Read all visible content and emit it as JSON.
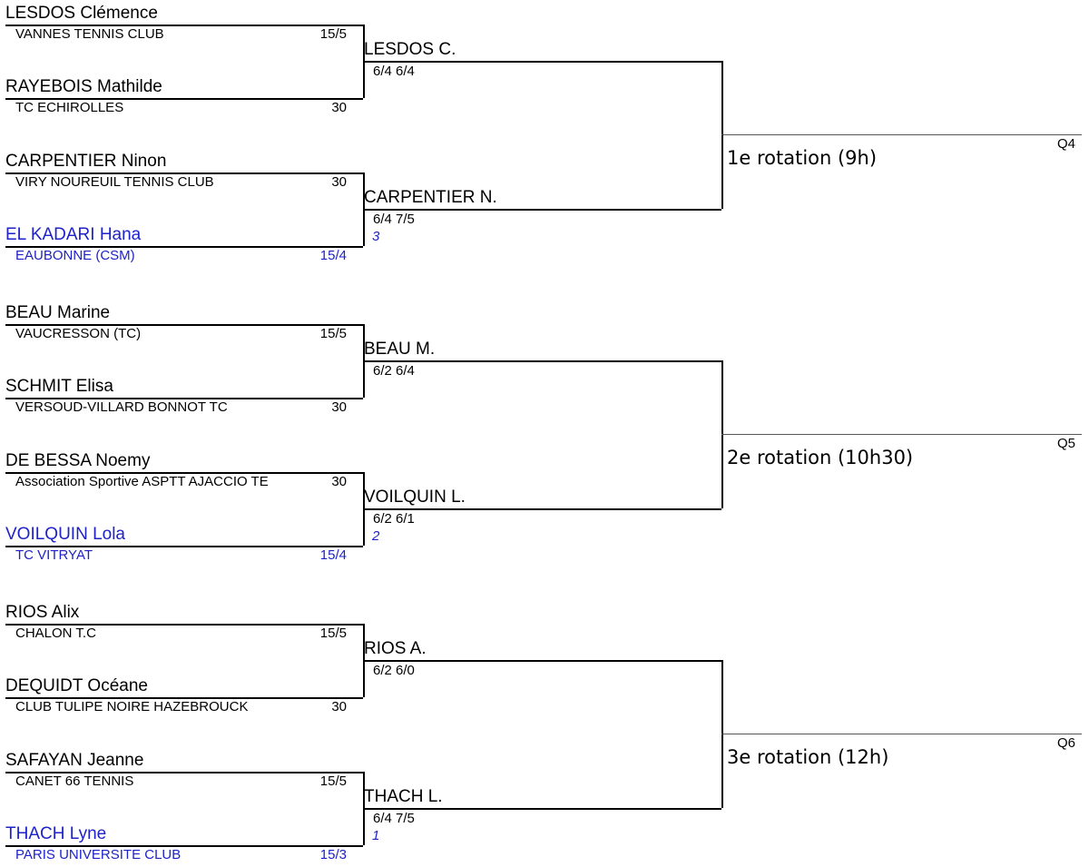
{
  "sections": [
    {
      "players": [
        {
          "name": "LESDOS Clémence",
          "club": "VANNES TENNIS CLUB",
          "rank": "15/5",
          "seeded": false
        },
        {
          "name": "RAYEBOIS Mathilde",
          "club": "TC ECHIROLLES",
          "rank": "30",
          "seeded": false
        },
        {
          "name": "CARPENTIER Ninon",
          "club": "VIRY NOUREUIL TENNIS CLUB",
          "rank": "30",
          "seeded": false
        },
        {
          "name": "EL KADARI Hana",
          "club": "EAUBONNE (CSM)",
          "rank": "15/4",
          "seeded": true
        }
      ],
      "winners": [
        {
          "name": "LESDOS C.",
          "score": "6/4 6/4",
          "seed": ""
        },
        {
          "name": "CARPENTIER N.",
          "score": "6/4 7/5",
          "seed": "3"
        }
      ],
      "rotation": "1e rotation (9h)",
      "qualifier": "Q4"
    },
    {
      "players": [
        {
          "name": "BEAU Marine",
          "club": "VAUCRESSON (TC)",
          "rank": "15/5",
          "seeded": false
        },
        {
          "name": "SCHMIT Elisa",
          "club": "VERSOUD-VILLARD BONNOT TC",
          "rank": "30",
          "seeded": false
        },
        {
          "name": "DE BESSA Noemy",
          "club": "Association Sportive ASPTT AJACCIO TE",
          "rank": "30",
          "seeded": false
        },
        {
          "name": "VOILQUIN Lola",
          "club": "TC VITRYAT",
          "rank": "15/4",
          "seeded": true
        }
      ],
      "winners": [
        {
          "name": "BEAU M.",
          "score": "6/2 6/4",
          "seed": ""
        },
        {
          "name": "VOILQUIN L.",
          "score": "6/2 6/1",
          "seed": "2"
        }
      ],
      "rotation": "2e rotation (10h30)",
      "qualifier": "Q5"
    },
    {
      "players": [
        {
          "name": "RIOS Alix",
          "club": "CHALON T.C",
          "rank": "15/5",
          "seeded": false
        },
        {
          "name": "DEQUIDT Océane",
          "club": "CLUB TULIPE NOIRE HAZEBROUCK",
          "rank": "30",
          "seeded": false
        },
        {
          "name": "SAFAYAN Jeanne",
          "club": "CANET 66 TENNIS",
          "rank": "15/5",
          "seeded": false
        },
        {
          "name": "THACH Lyne",
          "club": "PARIS UNIVERSITE CLUB",
          "rank": "15/3",
          "seeded": true
        }
      ],
      "winners": [
        {
          "name": "RIOS A.",
          "score": "6/2 6/0",
          "seed": ""
        },
        {
          "name": "THACH L.",
          "score": "6/4 7/5",
          "seed": "1"
        }
      ],
      "rotation": "3e rotation (12h)",
      "qualifier": "Q6"
    }
  ]
}
